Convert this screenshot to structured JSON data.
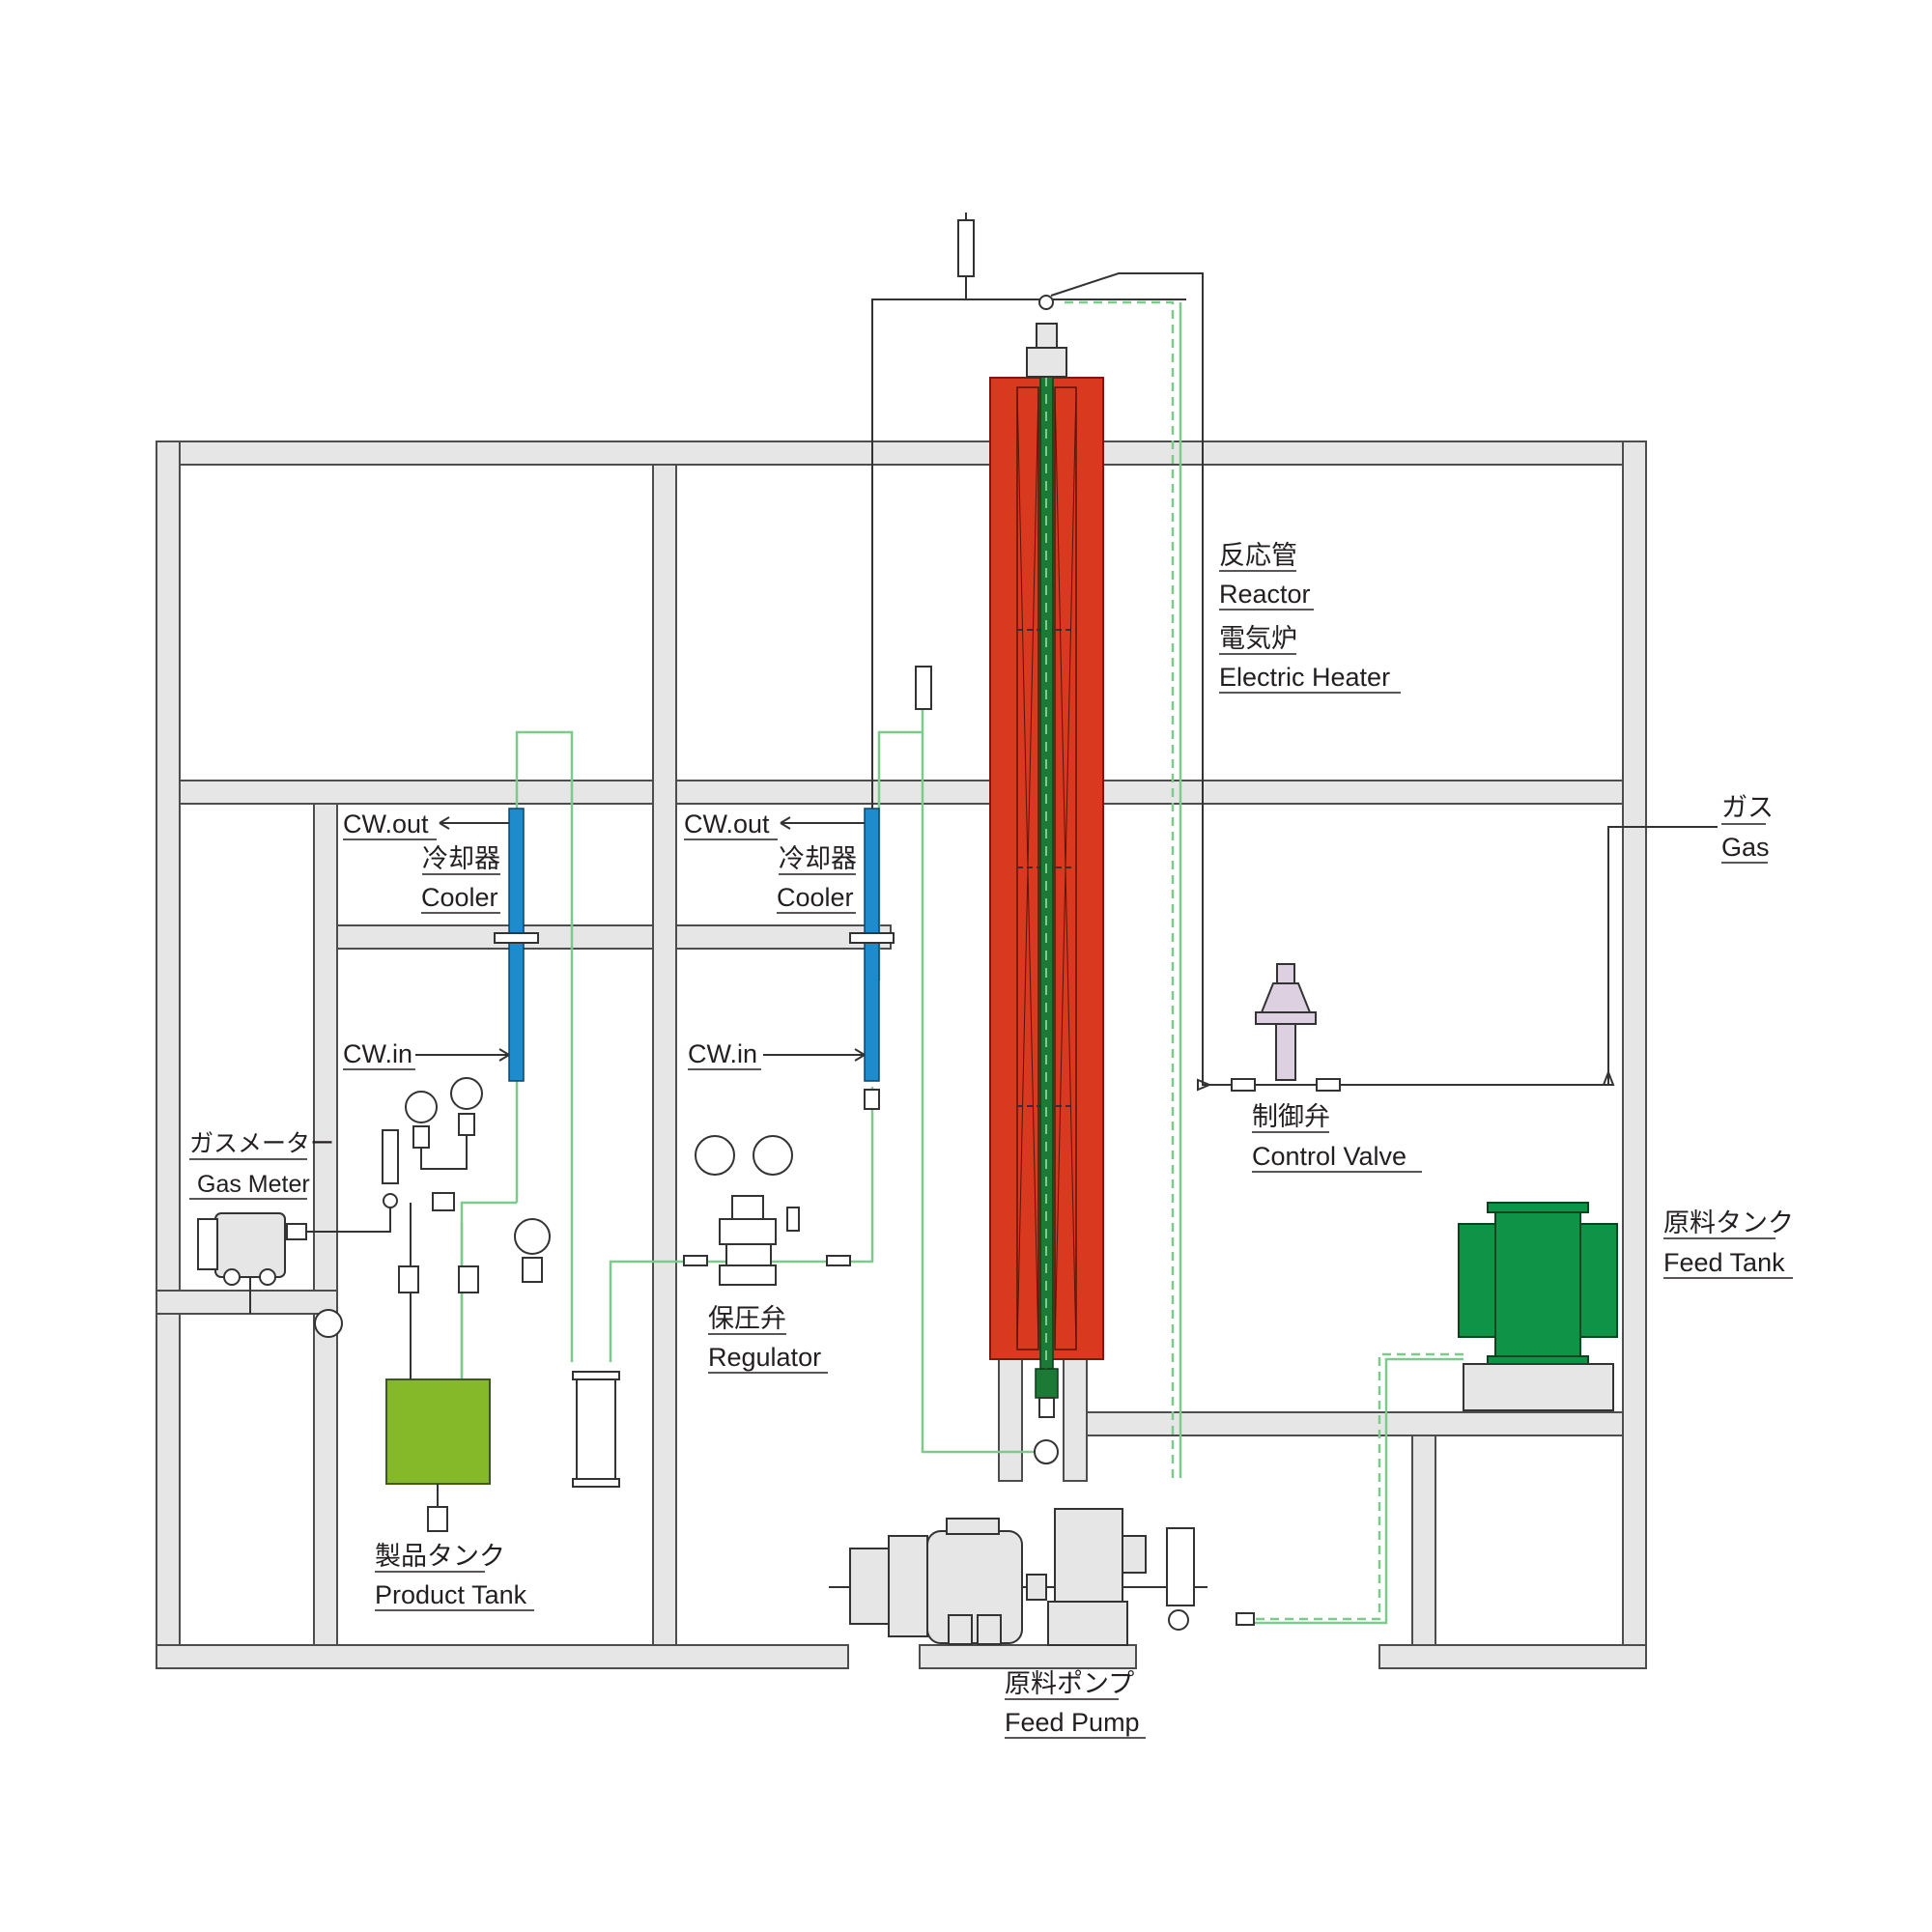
{
  "colors": {
    "frame": "#e6e6e6",
    "heater": "#d9391f",
    "cooler": "#1e8ccc",
    "product_tank": "#86b92a",
    "feed_tank": "#0f9447",
    "reactor_tube": "#1c7a36",
    "pipe_process": "#7ccb8d",
    "pipe_line": "#333333"
  },
  "labels": {
    "reactor_jp": "反応管",
    "reactor_en": "Reactor",
    "heater_jp": "電気炉",
    "heater_en": "Electric Heater",
    "gas_jp": "ガス",
    "gas_en": "Gas",
    "control_valve_jp": "制御弁",
    "control_valve_en": "Control Valve",
    "feed_tank_jp": "原料タンク",
    "feed_tank_en": "Feed Tank",
    "feed_pump_jp": "原料ポンプ",
    "feed_pump_en": "Feed Pump",
    "regulator_jp": "保圧弁",
    "regulator_en": "Regulator",
    "product_tank_jp": "製品タンク",
    "product_tank_en": "Product Tank",
    "gas_meter_jp": "ガスメーター",
    "gas_meter_en": "Gas Meter",
    "cooler1_jp": "冷却器",
    "cooler1_en": "Cooler",
    "cooler1_out": "CW.out",
    "cooler1_in": "CW.in",
    "cooler2_jp": "冷却器",
    "cooler2_en": "Cooler",
    "cooler2_out": "CW.out",
    "cooler2_in": "CW.in"
  }
}
